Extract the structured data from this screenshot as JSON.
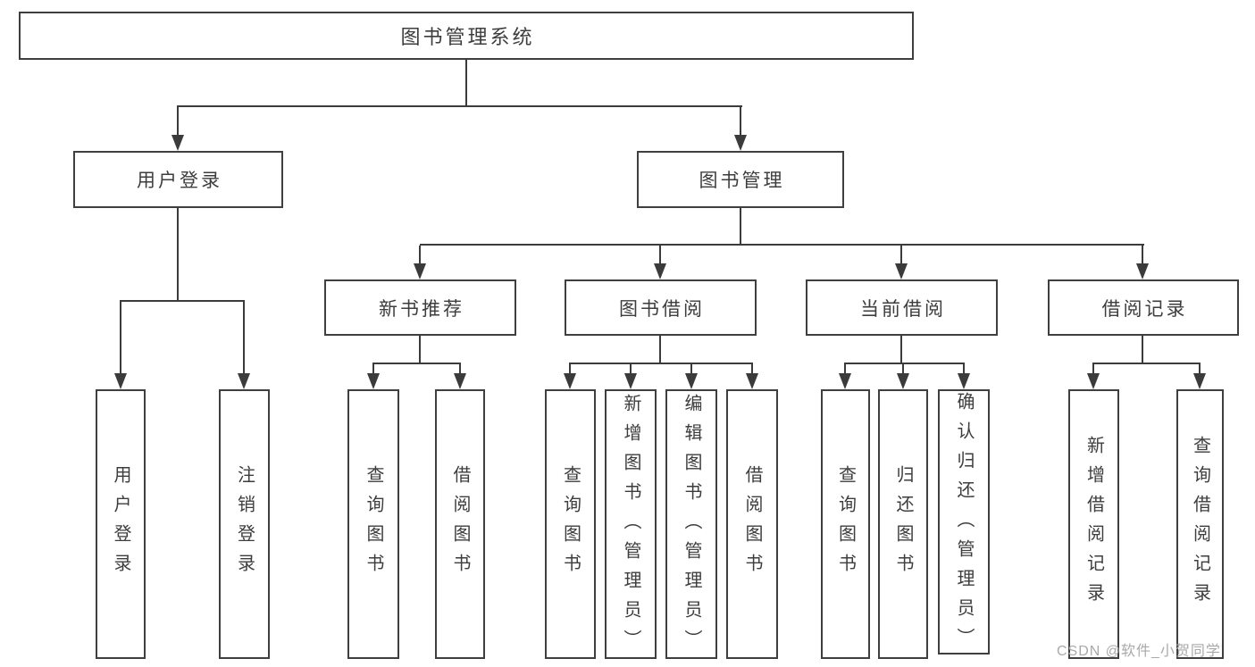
{
  "diagram": {
    "title": "图书管理系统",
    "branches": [
      {
        "label": "用户登录",
        "children": [
          {
            "label": "用户登录"
          },
          {
            "label": "注销登录"
          }
        ]
      },
      {
        "label": "图书管理",
        "children": [
          {
            "label": "新书推荐",
            "children": [
              {
                "label": "查询图书"
              },
              {
                "label": "借阅图书"
              }
            ]
          },
          {
            "label": "图书借阅",
            "children": [
              {
                "label": "查询图书"
              },
              {
                "label": "新增图书（管理员）"
              },
              {
                "label": "编辑图书（管理员）"
              },
              {
                "label": "借阅图书"
              }
            ]
          },
          {
            "label": "当前借阅",
            "children": [
              {
                "label": "查询图书"
              },
              {
                "label": "归还图书"
              },
              {
                "label": "确认归还（管理员）"
              }
            ]
          },
          {
            "label": "借阅记录",
            "children": [
              {
                "label": "新增借阅记录"
              },
              {
                "label": "查询借阅记录"
              }
            ]
          }
        ]
      }
    ]
  },
  "watermark": {
    "text": "CSDN @软件_小贺同学"
  },
  "colors": {
    "line": "#3b3b3b",
    "border": "#3f3f3f",
    "text": "#3d3d3d",
    "watermark": "#a9a9a9",
    "background": "#ffffff"
  }
}
